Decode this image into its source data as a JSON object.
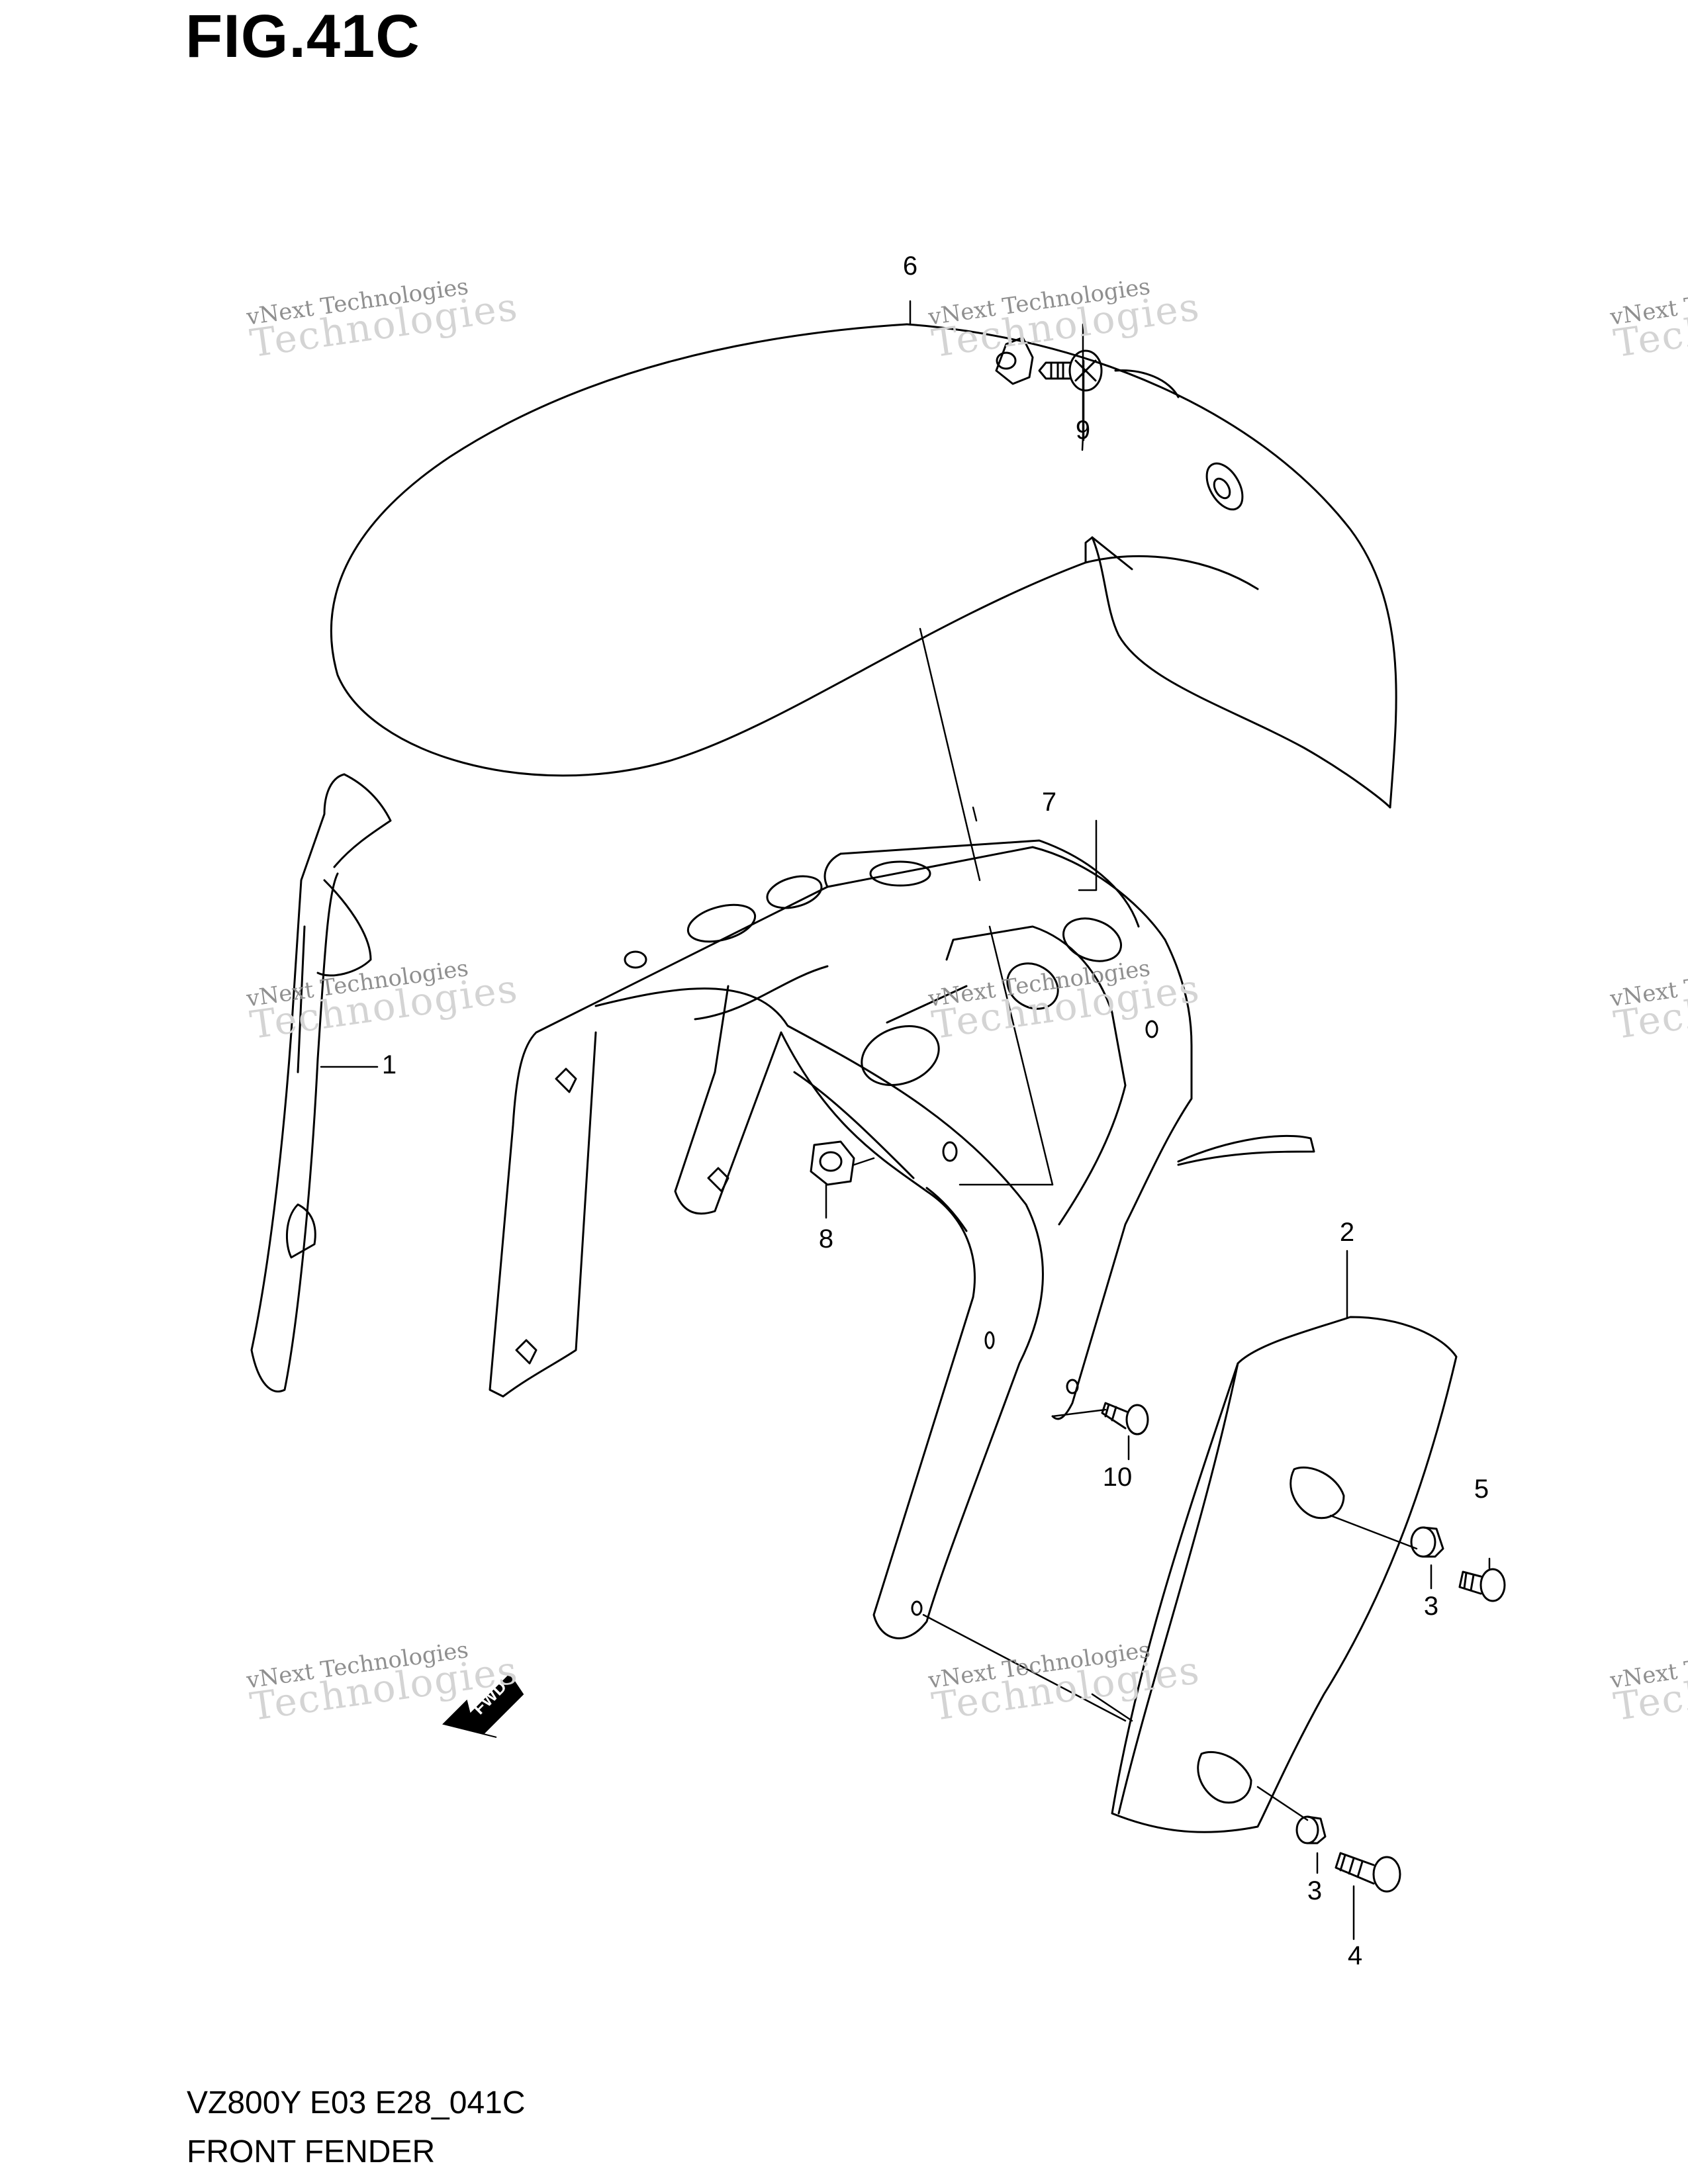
{
  "figure": {
    "title": "FIG.41C",
    "model_code": "VZ800Y E03 E28_041C",
    "name": "FRONT FENDER"
  },
  "callouts": [
    "1",
    "2",
    "3",
    "3",
    "4",
    "5",
    "6",
    "7",
    "8",
    "9",
    "10"
  ],
  "fwd_label": "FWD",
  "watermark": {
    "line1": "vNext Technologies",
    "line2": "Technologies"
  }
}
